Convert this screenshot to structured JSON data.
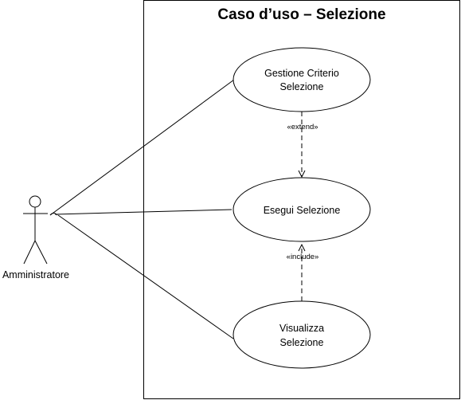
{
  "system": {
    "title": "Caso d’uso – Selezione"
  },
  "actor": {
    "name": "Amministratore"
  },
  "use_cases": {
    "gestione": {
      "line1": "Gestione Criterio",
      "line2": "Selezione"
    },
    "esegui": {
      "line1": "Esegui Selezione"
    },
    "visualizza": {
      "line1": "Visualizza",
      "line2": "Selezione"
    }
  },
  "relationships": {
    "extend": "«extend»",
    "include": "«include»"
  }
}
